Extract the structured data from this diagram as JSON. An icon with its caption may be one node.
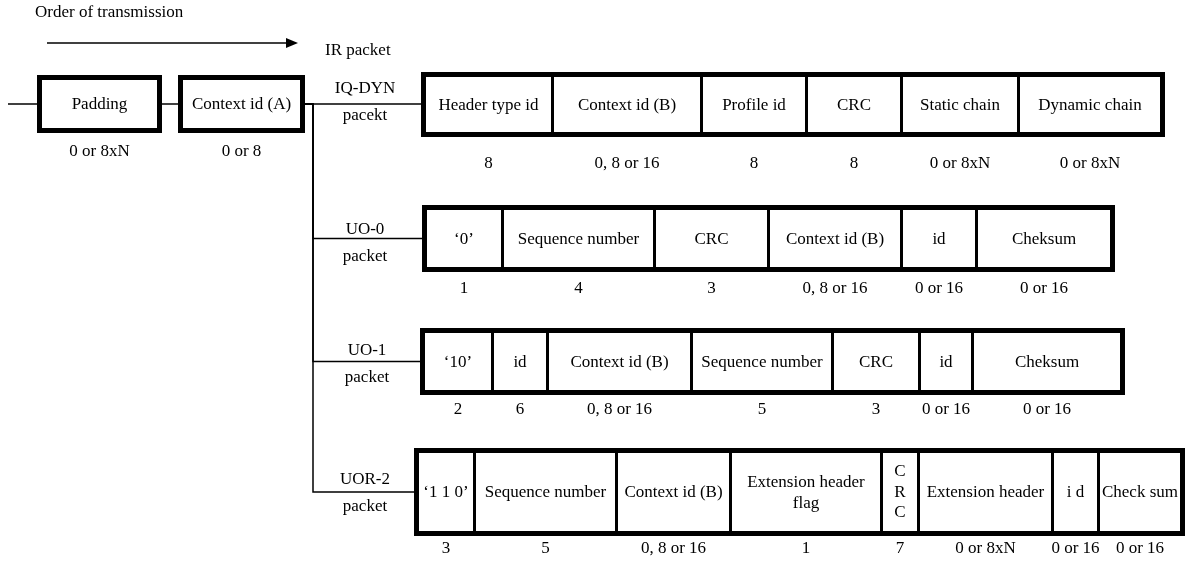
{
  "diagram": {
    "nodes": [
      {
        "text": [
          "Padding"
        ],
        "beside": [
          "0 or 8xN"
        ]
      },
      {
        "text": [
          "Context id (A)"
        ],
        "beside": [
          "0 or 8"
        ]
      },
      {
        "text": [
          "Header type id"
        ],
        "beside": [
          "8"
        ]
      },
      {
        "text": [
          "Context id (B)"
        ],
        "beside": [
          "0, 8 or 16"
        ]
      },
      {
        "text": [
          "Profile id"
        ],
        "beside": [
          "8"
        ]
      },
      {
        "text": [
          "CRC"
        ],
        "beside": [
          "8"
        ]
      },
      {
        "text": [
          "Static chain"
        ],
        "beside": [
          "0 or 8xN"
        ]
      },
      {
        "text": [
          "Dynamic chain"
        ],
        "beside": [
          "0 or 8xN"
        ]
      },
      {
        "text": [
          "‘0’"
        ],
        "beside": [
          "1"
        ]
      },
      {
        "text": [
          "Sequence number"
        ],
        "beside": [
          "4"
        ]
      },
      {
        "text": [
          "CRC"
        ],
        "beside": [
          "3"
        ]
      },
      {
        "text": [
          "Context id (B)"
        ],
        "beside": [
          "0, 8 or 16"
        ]
      },
      {
        "text": [
          "id"
        ],
        "beside": [
          "0 or 16"
        ]
      },
      {
        "text": [
          "Cheksum"
        ],
        "beside": [
          "0 or 16"
        ]
      },
      {
        "text": [
          "‘10’"
        ],
        "beside": [
          "2"
        ]
      },
      {
        "text": [
          "id"
        ],
        "beside": [
          "6"
        ]
      },
      {
        "text": [
          "Context id (B)"
        ],
        "beside": [
          "0, 8 or 16"
        ]
      },
      {
        "text": [
          "Sequence number"
        ],
        "beside": [
          "5"
        ]
      },
      {
        "text": [
          "CRC"
        ],
        "beside": [
          "3"
        ]
      },
      {
        "text": [
          "id"
        ],
        "beside": [
          "0 or 16"
        ]
      },
      {
        "text": [
          "Cheksum"
        ],
        "beside": [
          "0 or 16"
        ]
      },
      {
        "text": [
          "‘1 1 0’"
        ],
        "beside": [
          "3"
        ]
      },
      {
        "text": [
          "Sequence number"
        ],
        "beside": [
          "5"
        ]
      },
      {
        "text": [
          "Context id (B)"
        ],
        "beside": [
          "0, 8 or 16"
        ]
      },
      {
        "text": [
          "Extension header flag"
        ],
        "beside": [
          "1"
        ]
      },
      {
        "text": [
          "C R C"
        ],
        "beside": [
          "7"
        ]
      },
      {
        "text": [
          "Extension header"
        ],
        "beside": [
          "0 or 8xN"
        ]
      },
      {
        "text": [
          "i d"
        ],
        "beside": [
          "0 or 16"
        ]
      },
      {
        "text": [
          "Check sum"
        ],
        "beside": [
          "0 or 16"
        ]
      }
    ],
    "edges": [
      {
        "from": null,
        "to": 0,
        "arrow": "none"
      },
      {
        "from": 0,
        "to": 1,
        "arrow": "none"
      },
      {
        "from": 1,
        "to": 2,
        "arrow": "none",
        "label": "IQ-DYN pacekt"
      },
      {
        "from": 1,
        "to": 8,
        "arrow": "none",
        "label": "UO-0 packet"
      },
      {
        "from": 1,
        "to": 14,
        "arrow": "none",
        "label": "UO-1 packet"
      },
      {
        "from": 1,
        "to": 21,
        "arrow": "none",
        "label": "UOR-2 packet"
      }
    ],
    "labels": [
      "Order of transmission",
      "IR packet"
    ]
  }
}
